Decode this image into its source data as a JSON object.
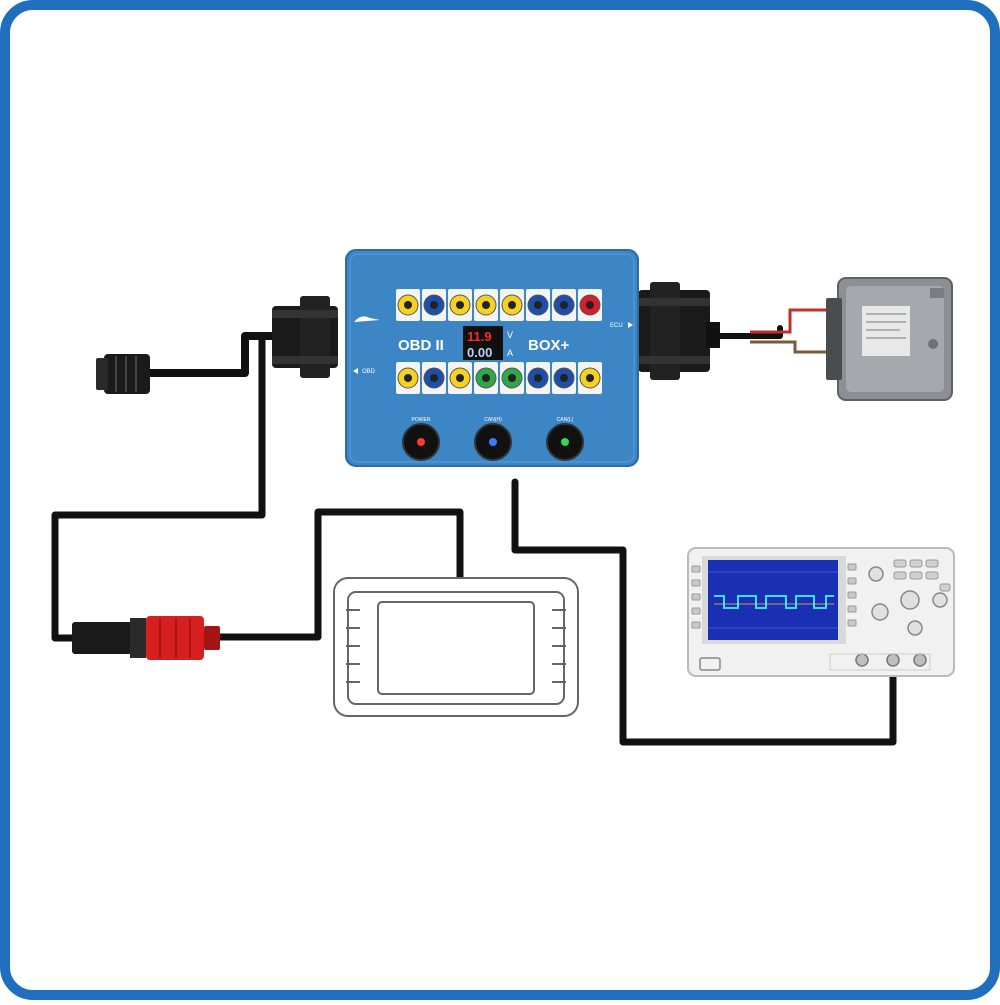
{
  "box": {
    "title_left": "OBD II",
    "title_right": "BOX+",
    "readout_volts": "11.9",
    "readout_amps": "0.00",
    "unit_v": "V",
    "unit_a": "A",
    "ecu_label": "ECU",
    "obd_label": "OBD",
    "switches": [
      "POWER",
      "CAN(H)",
      "CAN(L)"
    ],
    "top_jacks": [
      "yellow",
      "blue",
      "yellow",
      "yellow",
      "yellow",
      "blue",
      "blue",
      "red"
    ],
    "bottom_jacks": [
      "yellow",
      "blue",
      "yellow",
      "green",
      "green",
      "blue",
      "blue",
      "yellow"
    ],
    "switch_leds": [
      "red",
      "blue",
      "green"
    ]
  },
  "colors": {
    "frame": "#1f6fbd",
    "box_blue": "#3d86c6",
    "cable": "#111111",
    "obd_red": "#d62020",
    "display_red": "#ff2a2a",
    "display_blue": "#bcd0ff",
    "scope_screen": "#1b2fb5",
    "scope_trace": "#37e0ff"
  }
}
